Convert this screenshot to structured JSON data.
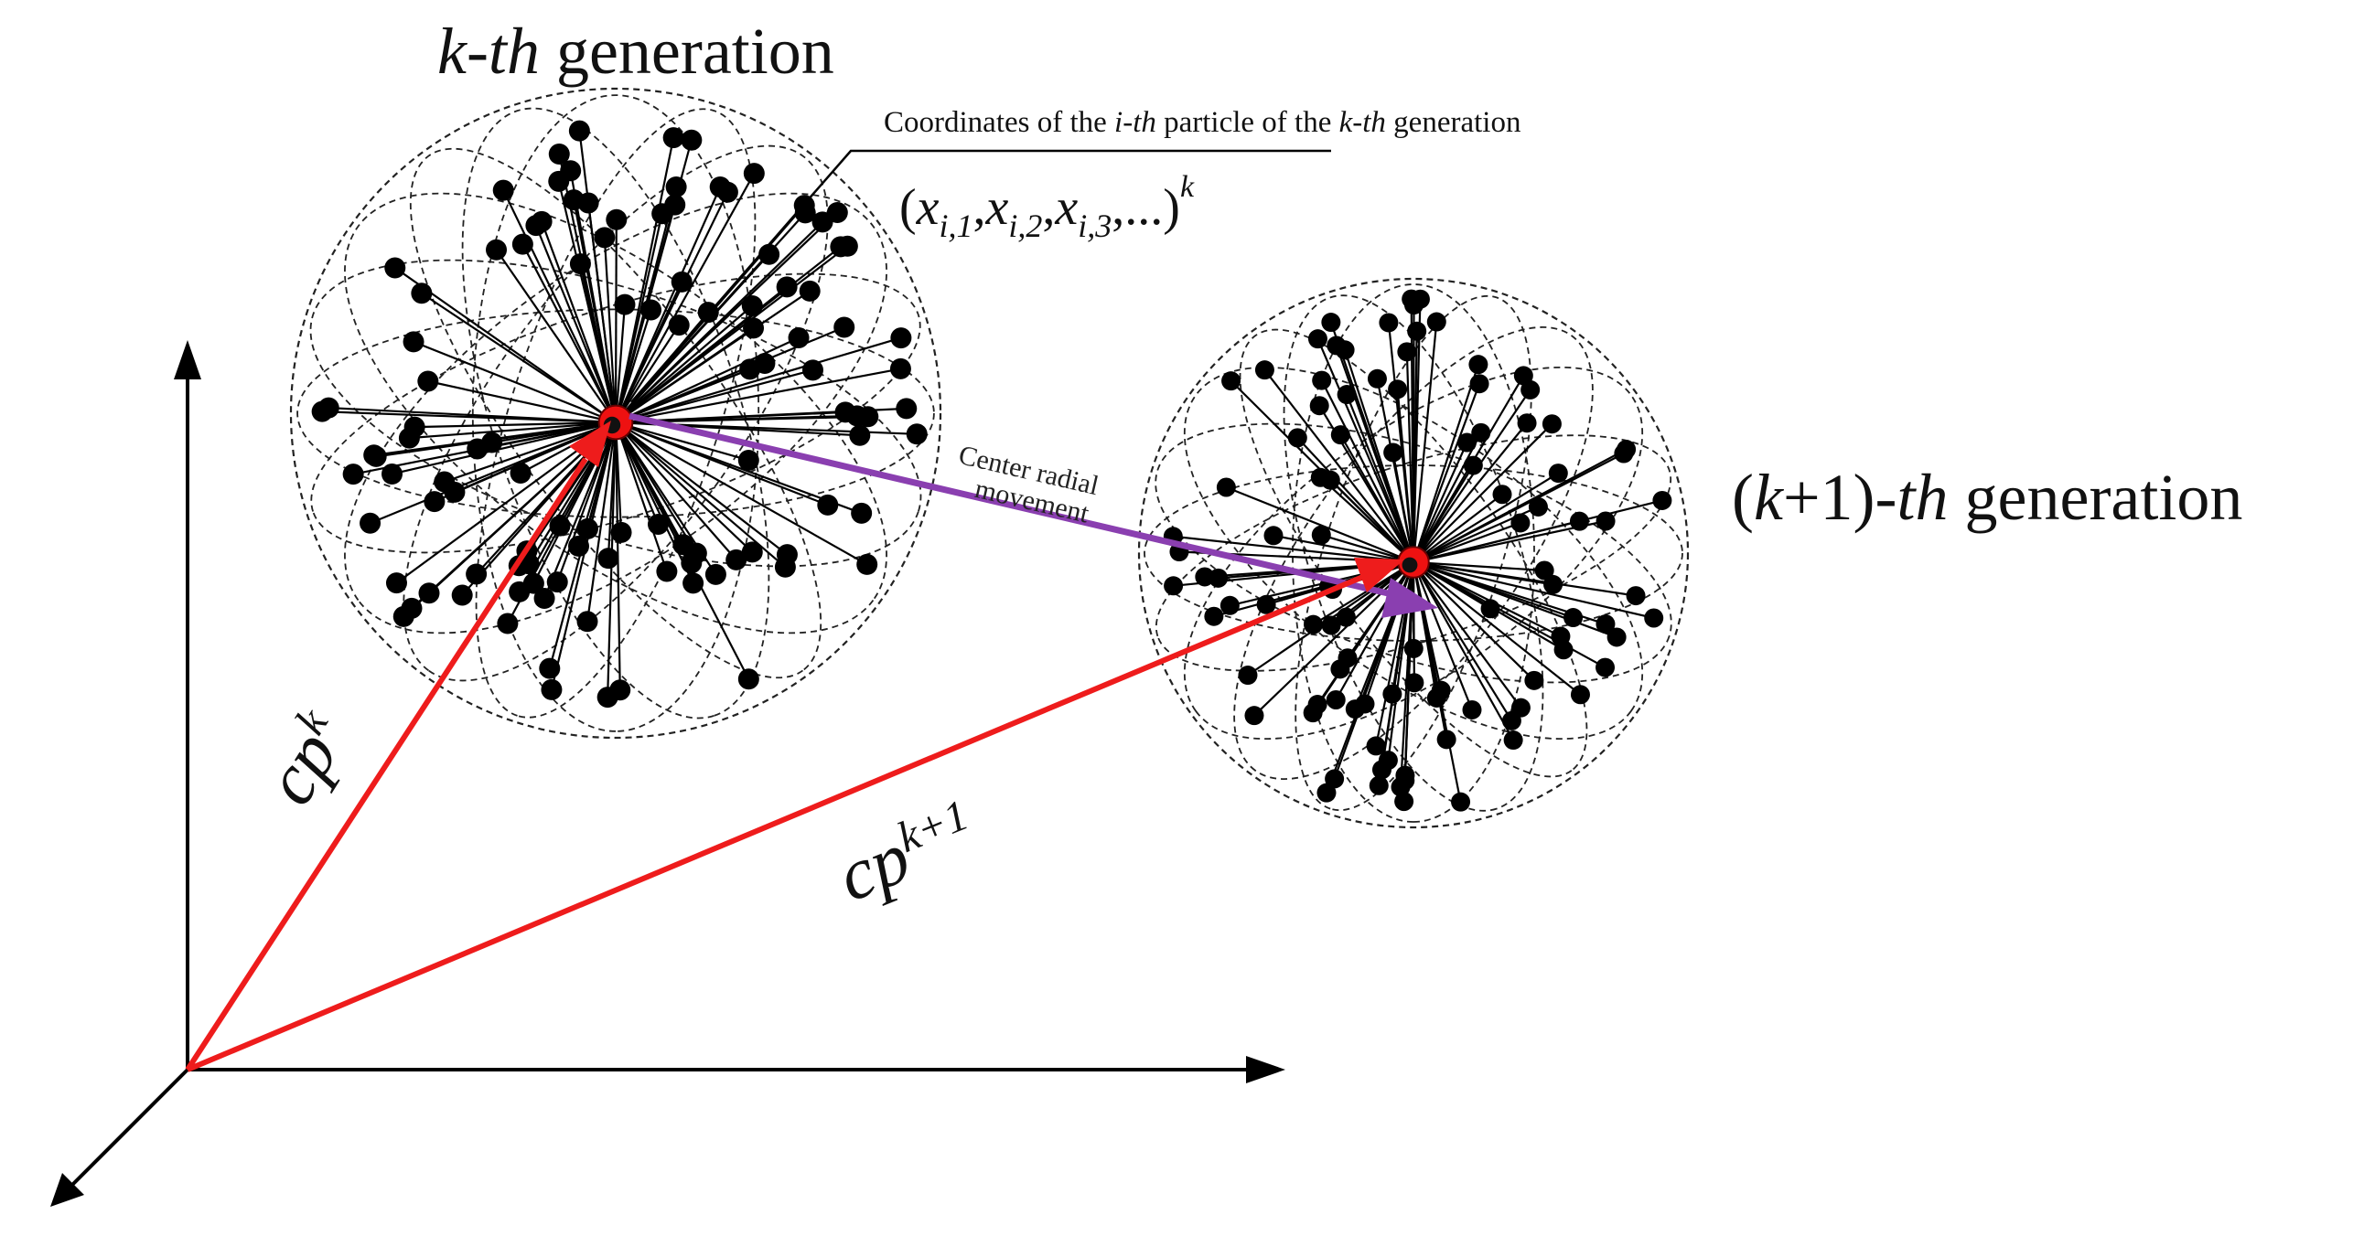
{
  "labels": {
    "kth_prefix": "k-th",
    "kth_suffix": " generation",
    "k1_open": "(",
    "k1_k": "k",
    "k1_mid": "+1)-",
    "k1_th": "th",
    "k1_suffix": " generation",
    "coord_title_1": "Coordinates of the ",
    "coord_title_ith": "i-th",
    "coord_title_2": " particle of the ",
    "coord_title_kth": "k-th",
    "coord_title_3": " generation",
    "coord_open": "(",
    "coord_x1": "x",
    "coord_sub1": "i,1",
    "coord_x2": "x",
    "coord_sub2": "i,2",
    "coord_x3": "x",
    "coord_sub3": "i,3",
    "coord_tail": ",...)",
    "coord_sup": "k",
    "cpk_base": "cp",
    "cpk_sup": "k",
    "cpk1_base": "cp",
    "cpk1_sup": "k+1",
    "center_line1": "Center radial",
    "center_line2": "movement"
  },
  "colors": {
    "position_vector": "#ee1c1c",
    "center_movement": "#8a3fb0",
    "particle": "#000000",
    "center_particle": "#ee1111",
    "sphere_outline": "#222222"
  }
}
